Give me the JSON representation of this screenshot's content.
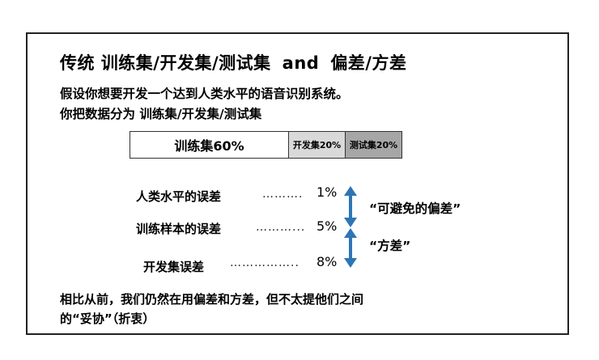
{
  "slide": {
    "title": {
      "part1": "传统  训练集/开发集/测试集",
      "part2": "and",
      "part3": "偏差/方差"
    },
    "intro": {
      "line1": "假设你想要开发一个达到人类水平的语音识别系统。",
      "line2": "你把数据分为  训练集/开发集/测试集"
    },
    "split_bar": {
      "segments": [
        {
          "label": "训练集60%",
          "percent": 60,
          "color": "#ffffff"
        },
        {
          "label": "开发集20%",
          "percent": 20,
          "color": "#d9d9d9"
        },
        {
          "label": "测试集20%",
          "percent": 20,
          "color": "#a6a6a6"
        }
      ]
    },
    "errors": [
      {
        "label": "人类水平的误差",
        "dots": "……….",
        "value": "1%"
      },
      {
        "label": "训练样本的误差",
        "dots": "………...",
        "value": "5%"
      },
      {
        "label": "开发集误差",
        "dots": "……………..",
        "value": "8%"
      }
    ],
    "annotations": {
      "avoidable_bias": "“可避免的偏差”",
      "variance": "“方差”",
      "arrow_color": "#2e75b6"
    },
    "conclusion": {
      "line1": "相比从前，我们仍然在用偏差和方差，但不太提他们之间",
      "line2": "的“妥协”（折衷）"
    }
  }
}
